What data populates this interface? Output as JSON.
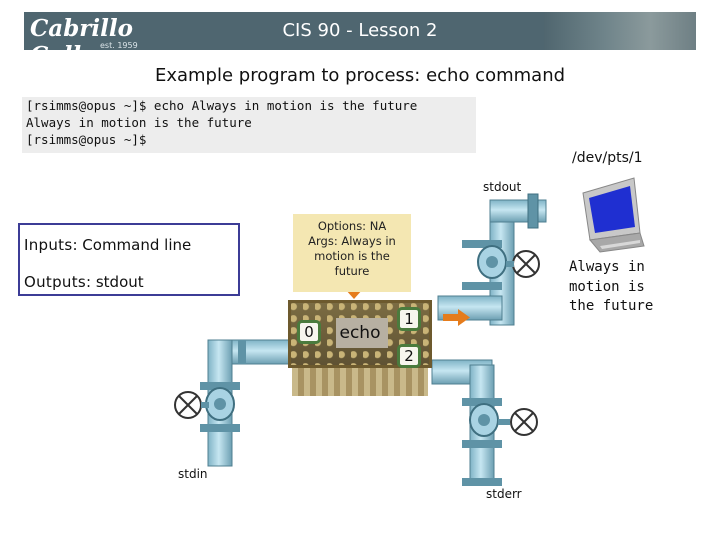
{
  "header": {
    "logo_text": "Cabrillo College",
    "logo_est": "est. 1959",
    "title": "CIS 90 - Lesson 2"
  },
  "slide": {
    "title": "Example program to process: echo command"
  },
  "terminal": {
    "lines": [
      "[rsimms@opus ~]$ echo Always in motion is the future",
      "Always in motion is the future",
      "[rsimms@opus ~]$"
    ]
  },
  "device_path": "/dev/pts/1",
  "io": {
    "inputs_key": "Inputs",
    "inputs_value": "Command line",
    "outputs_key": "Outputs",
    "outputs_value": "stdout"
  },
  "options_note": {
    "lines": [
      "Options: NA",
      "Args: Always in",
      "motion is the",
      "future"
    ]
  },
  "program": {
    "name": "echo",
    "fd_in": "0",
    "fd_out": "1",
    "fd_err": "2"
  },
  "streams": {
    "stdout": "stdout",
    "stdin": "stdin",
    "stderr": "stderr"
  },
  "output_text": {
    "lines": [
      "Always in",
      "motion is",
      "the future"
    ]
  },
  "colors": {
    "pipe": "#a9d3e3",
    "pipe_dark": "#5c8ea0",
    "header": "#4f6670",
    "arrow": "#e57c1c",
    "note_bg": "#f4e7b2",
    "io_border": "#3c3c96"
  }
}
